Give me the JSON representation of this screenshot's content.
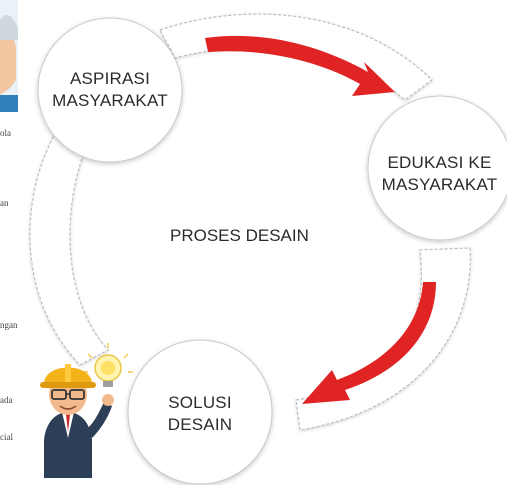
{
  "diagram": {
    "center_label": "PROSES DESAIN",
    "nodes": [
      {
        "id": "aspirasi",
        "lines": [
          "ASPIRASI",
          "MASYARAKAT"
        ]
      },
      {
        "id": "edukasi",
        "lines": [
          "EDUKASI KE",
          "MASYARAKAT"
        ]
      },
      {
        "id": "solusi",
        "lines": [
          "SOLUSI",
          "DESAIN"
        ]
      }
    ],
    "colors": {
      "arrow": "#e02424",
      "band": "#ffffff",
      "band_outline": "#b9b9b9",
      "text": "#2b2b2b"
    }
  },
  "left_fragments": [
    "ola",
    "an",
    "ngan",
    "ada",
    "cial"
  ],
  "illustrations": [
    "engineer-with-lightbulb",
    "person-portrait"
  ]
}
